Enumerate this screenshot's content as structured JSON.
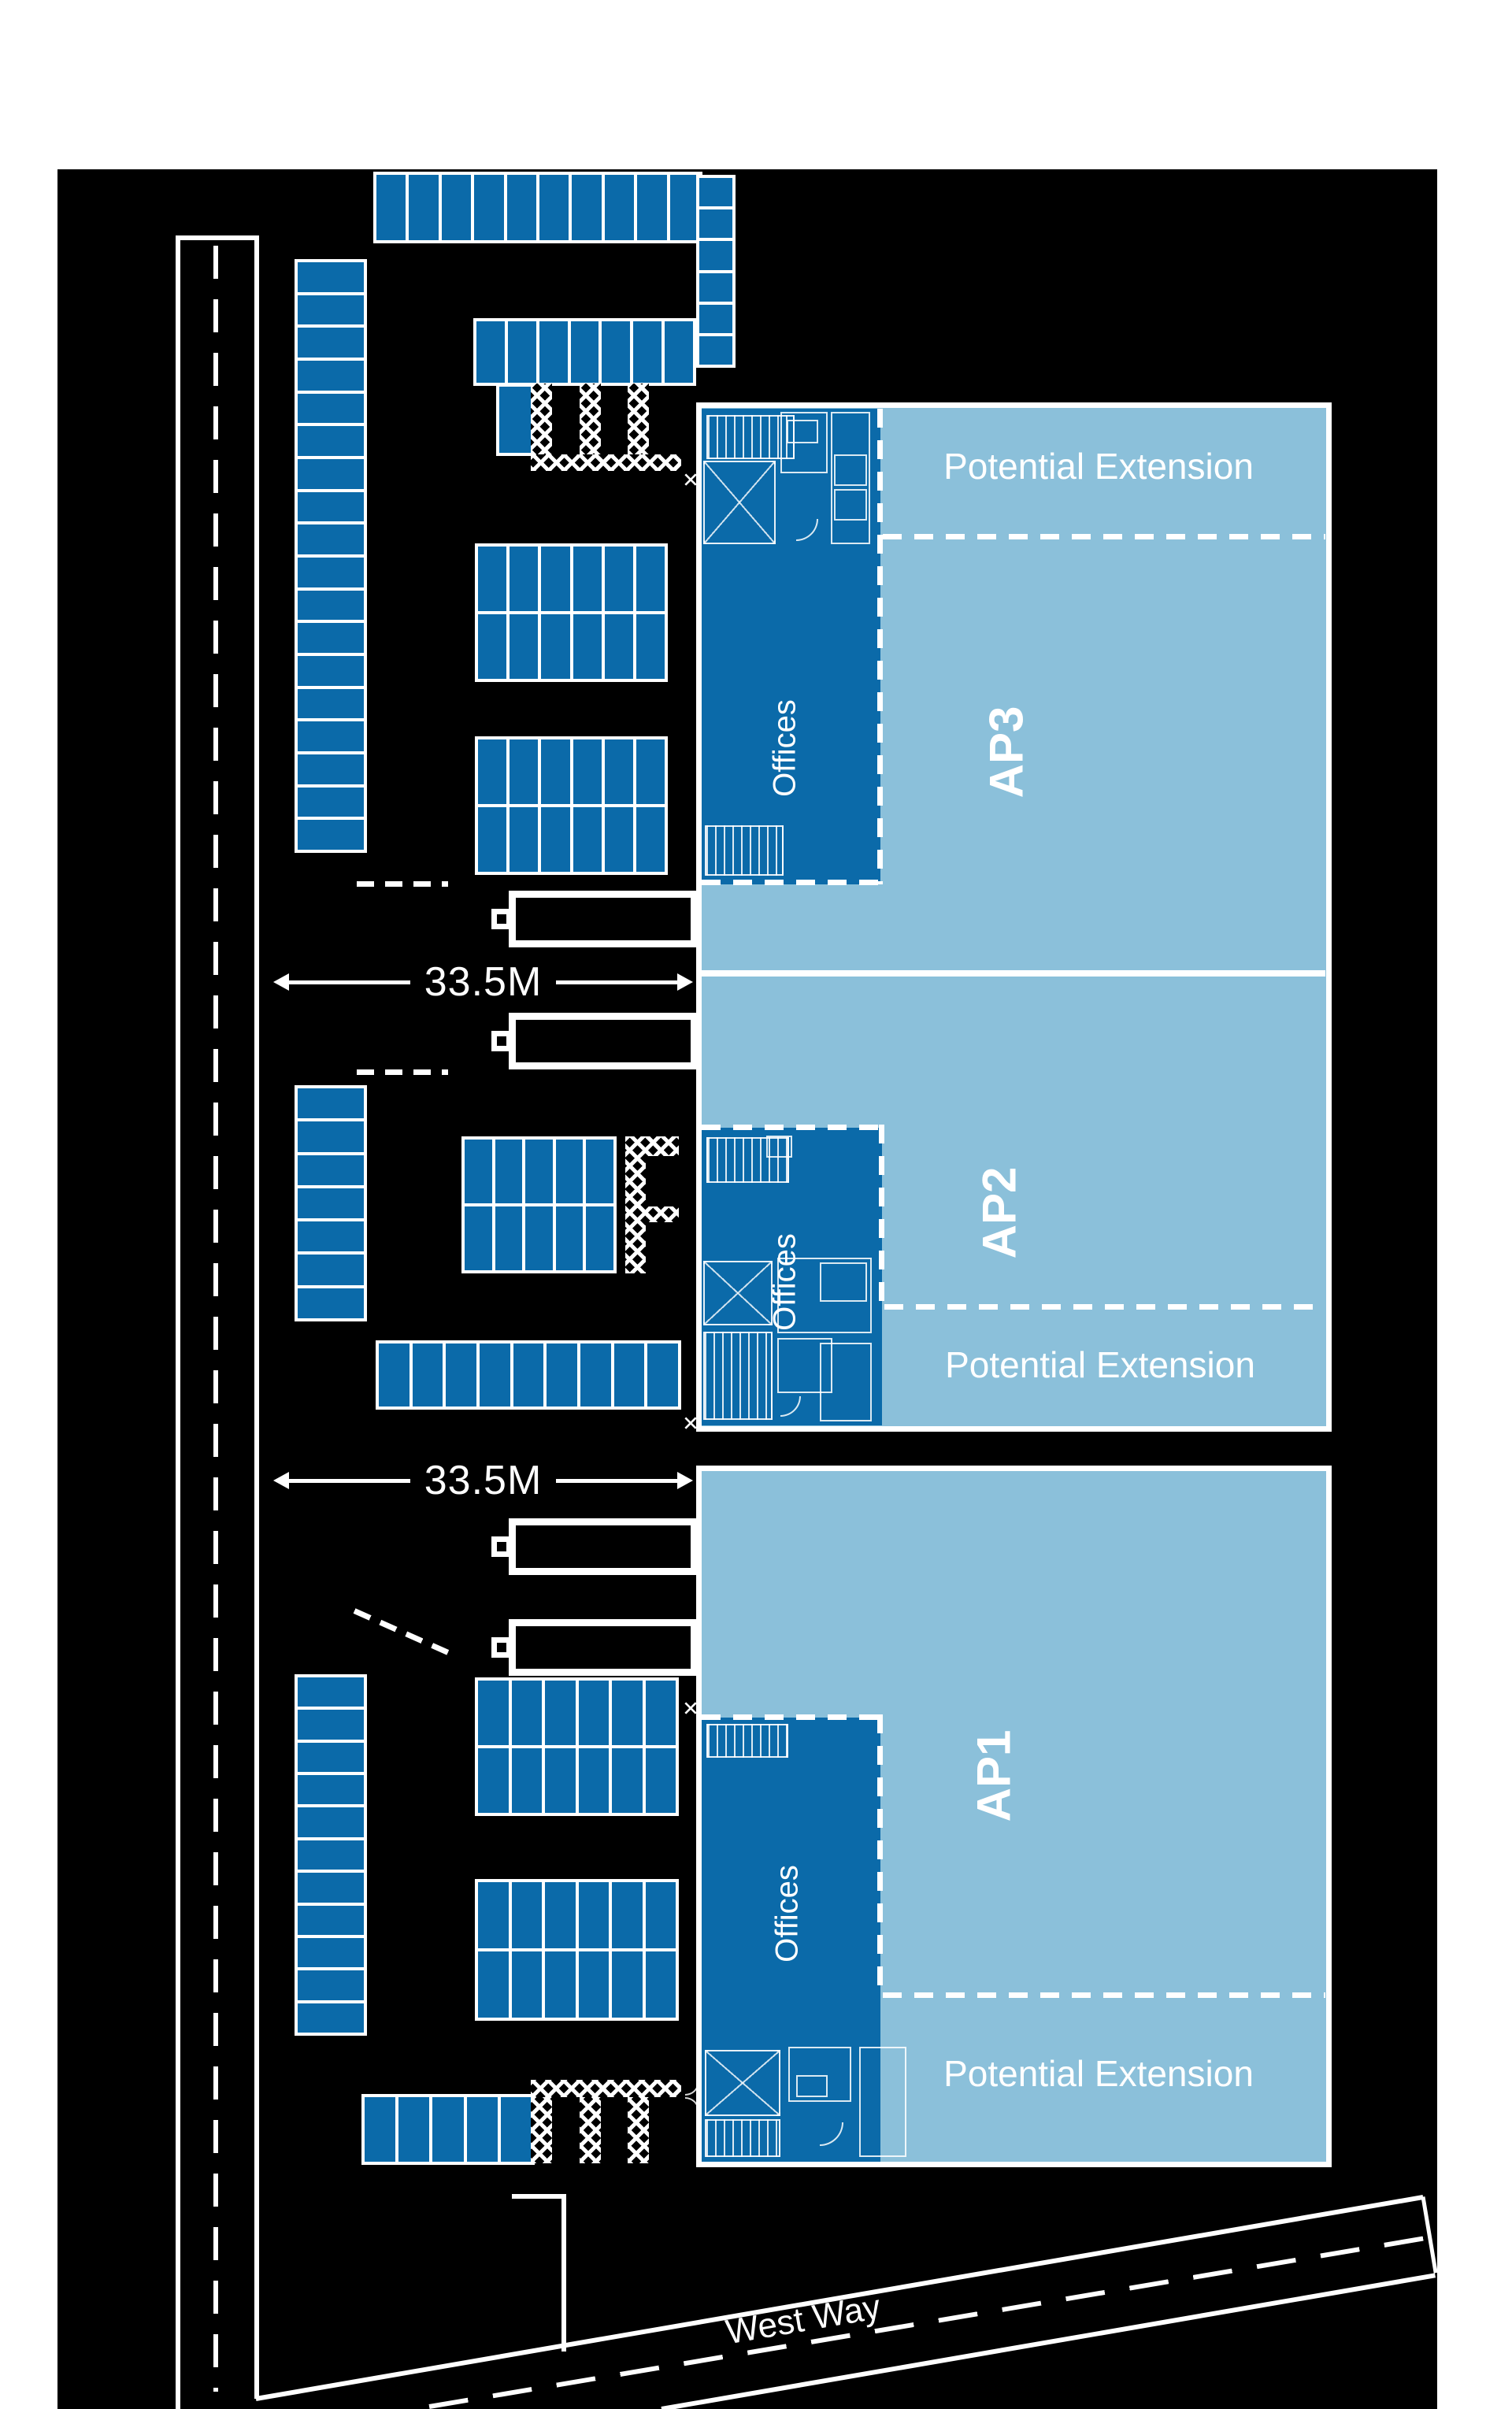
{
  "site": {
    "labels": {
      "yard_dim": "33.5M",
      "potential_extension": "Potential Extension",
      "offices": "Offices",
      "ap1": "AP1",
      "ap2": "AP2",
      "ap3": "AP3",
      "west_way": "West Way"
    },
    "colors": {
      "stall_blue": "#0b6aa9",
      "building_light_blue": "#8bc0da",
      "office_dark_blue": "#0b6aa9",
      "site_background": "#000000",
      "linework_white": "#ffffff"
    },
    "parking": {
      "grid_rows": 2,
      "top_row": 10,
      "right_strip": 6,
      "second_row": 7,
      "single_stall": 1,
      "left_col_ap3": 18,
      "ap3_grid1": 6,
      "ap3_grid2": 6,
      "left_col_ap2": 7,
      "ap2_grid": 5,
      "ap2_bottom_row": 9,
      "left_col_ap1": 11,
      "ap1_gridA": 6,
      "ap1_gridB": 6,
      "ap1_bottom_row": 5
    }
  }
}
